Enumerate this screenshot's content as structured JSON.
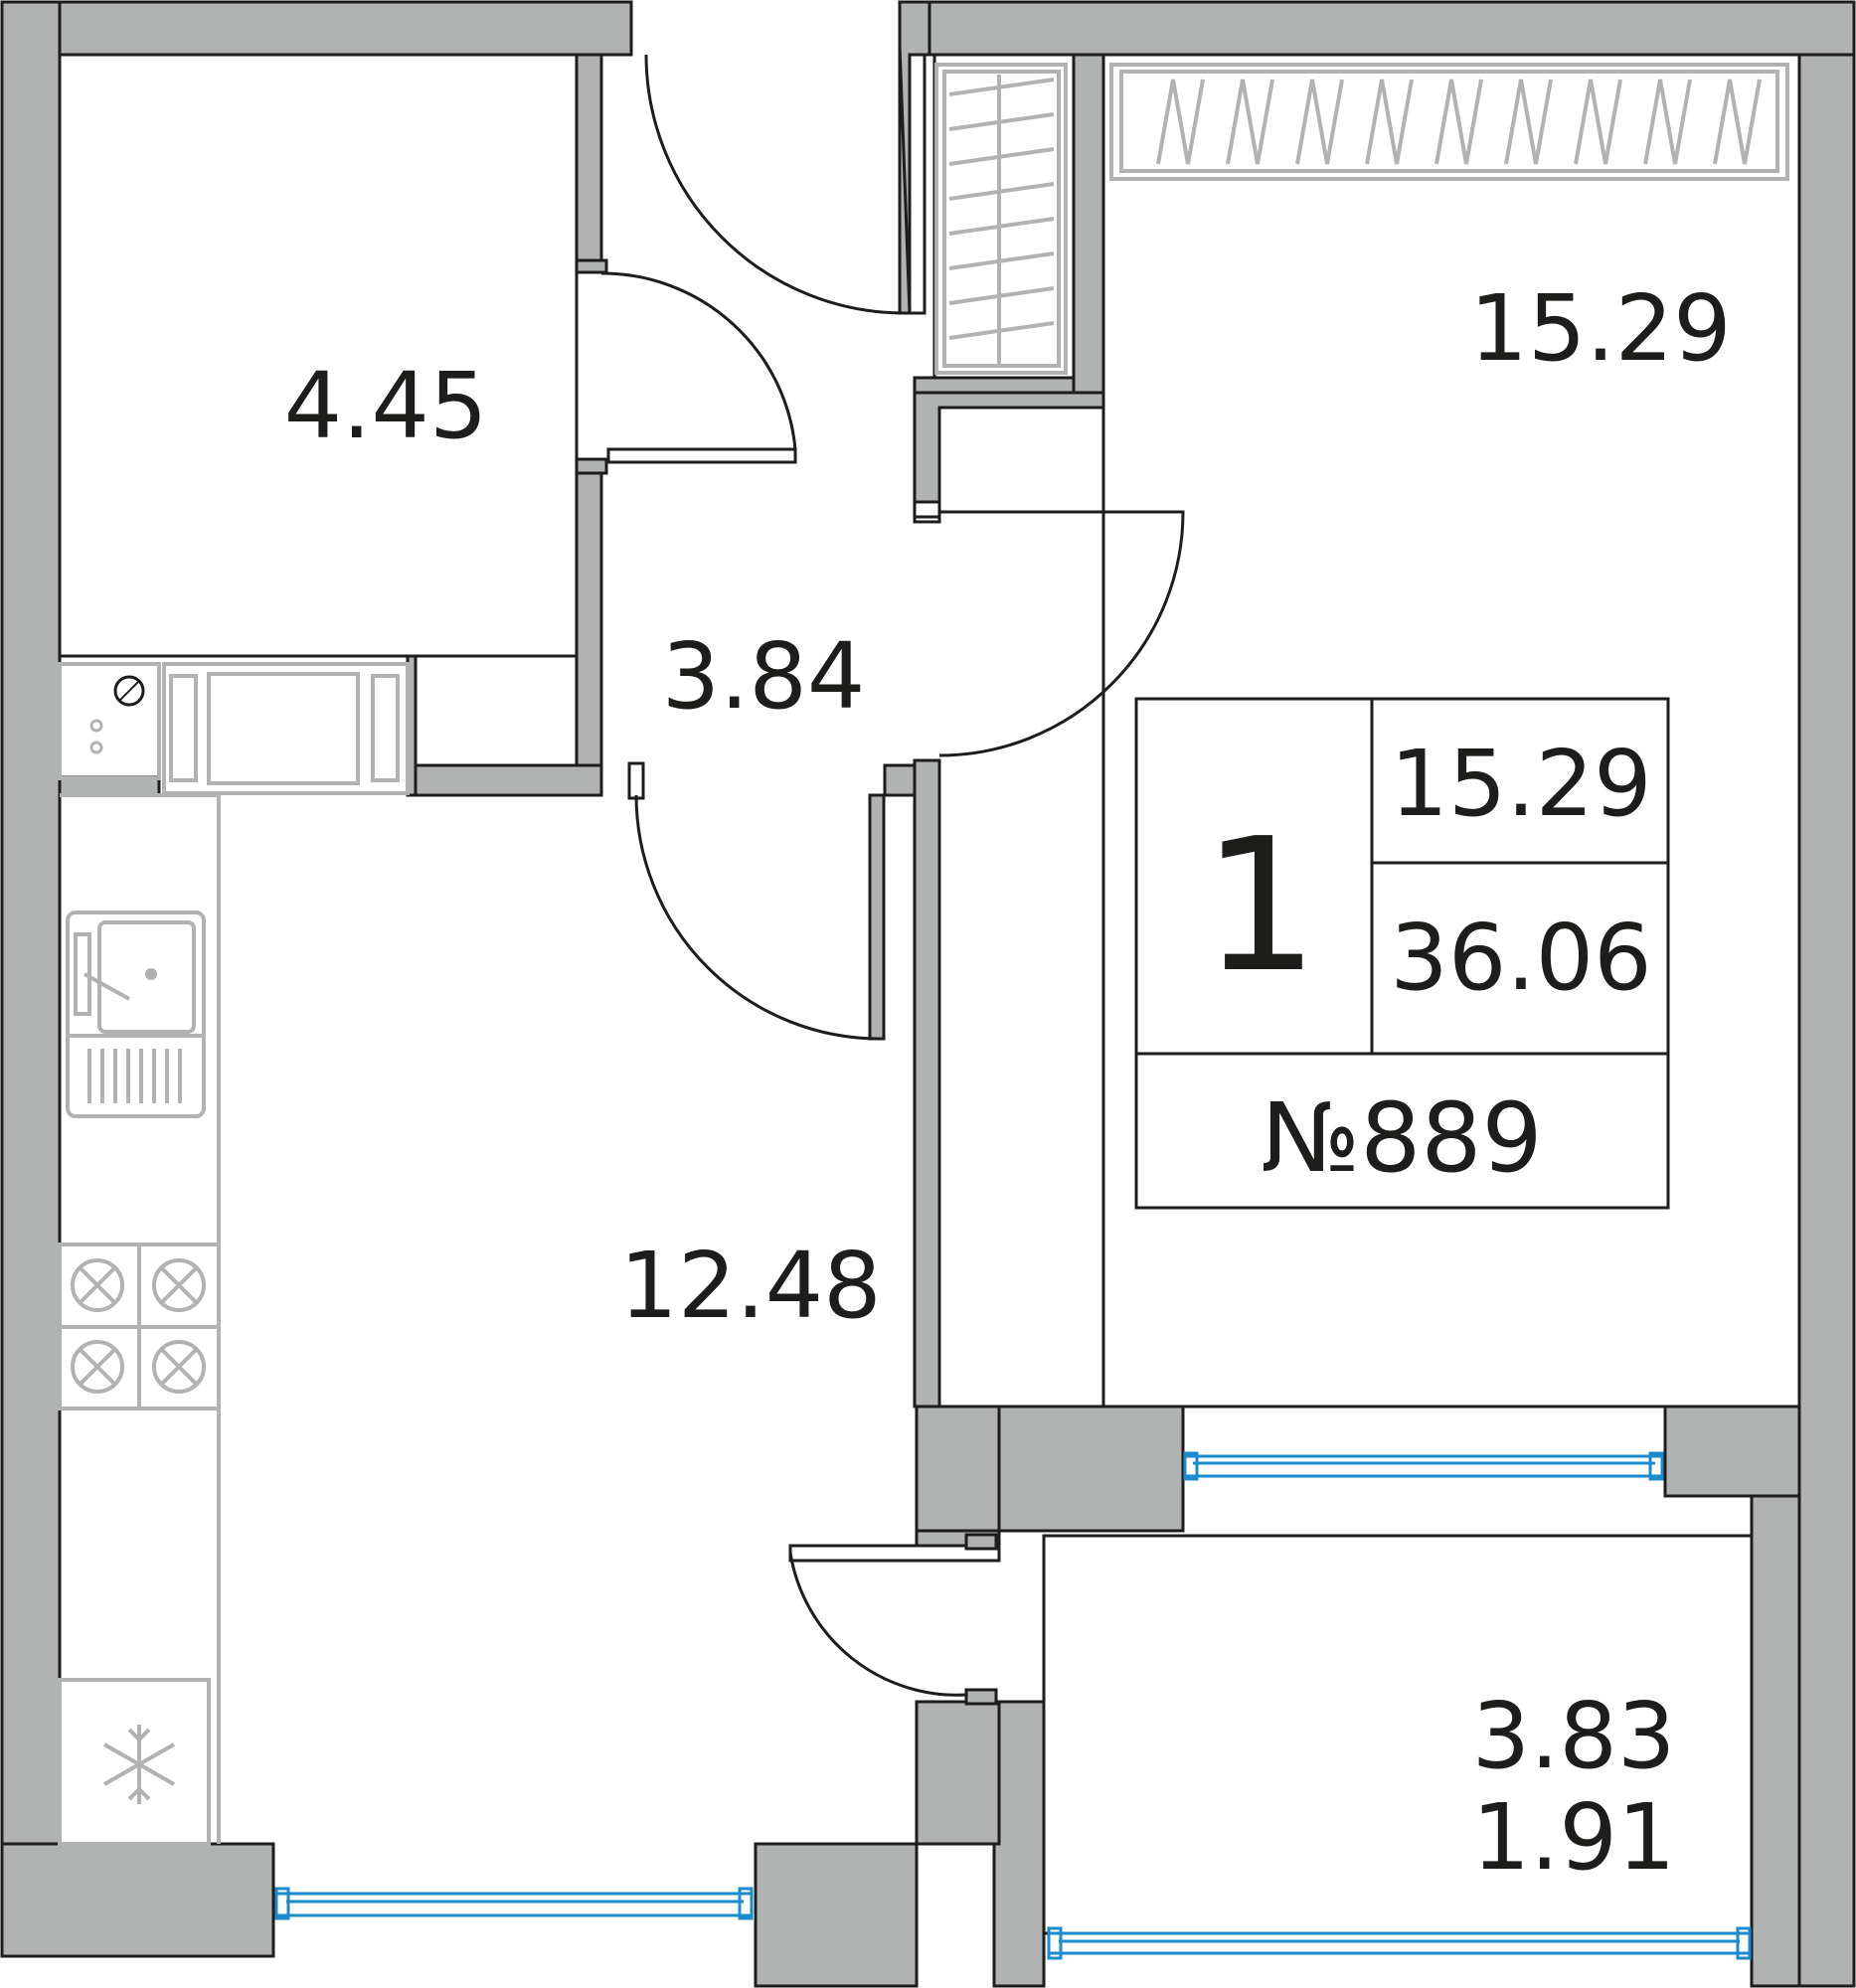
{
  "rooms": {
    "bathroom_area": "4.45",
    "hallway_area": "3.84",
    "bedroom_area": "15.29",
    "kitchen_area": "12.48",
    "balcony_area": "3.83",
    "balcony_area_reduced": "1.91"
  },
  "summary": {
    "rooms_count": "1",
    "living_area": "15.29",
    "total_area": "36.06",
    "apartment_number": "№889"
  },
  "colors": {
    "wall": "#b1b3b3",
    "line": "#1d1d1b",
    "window": "#1b8bcf",
    "furniture": "#b1b3b3"
  }
}
